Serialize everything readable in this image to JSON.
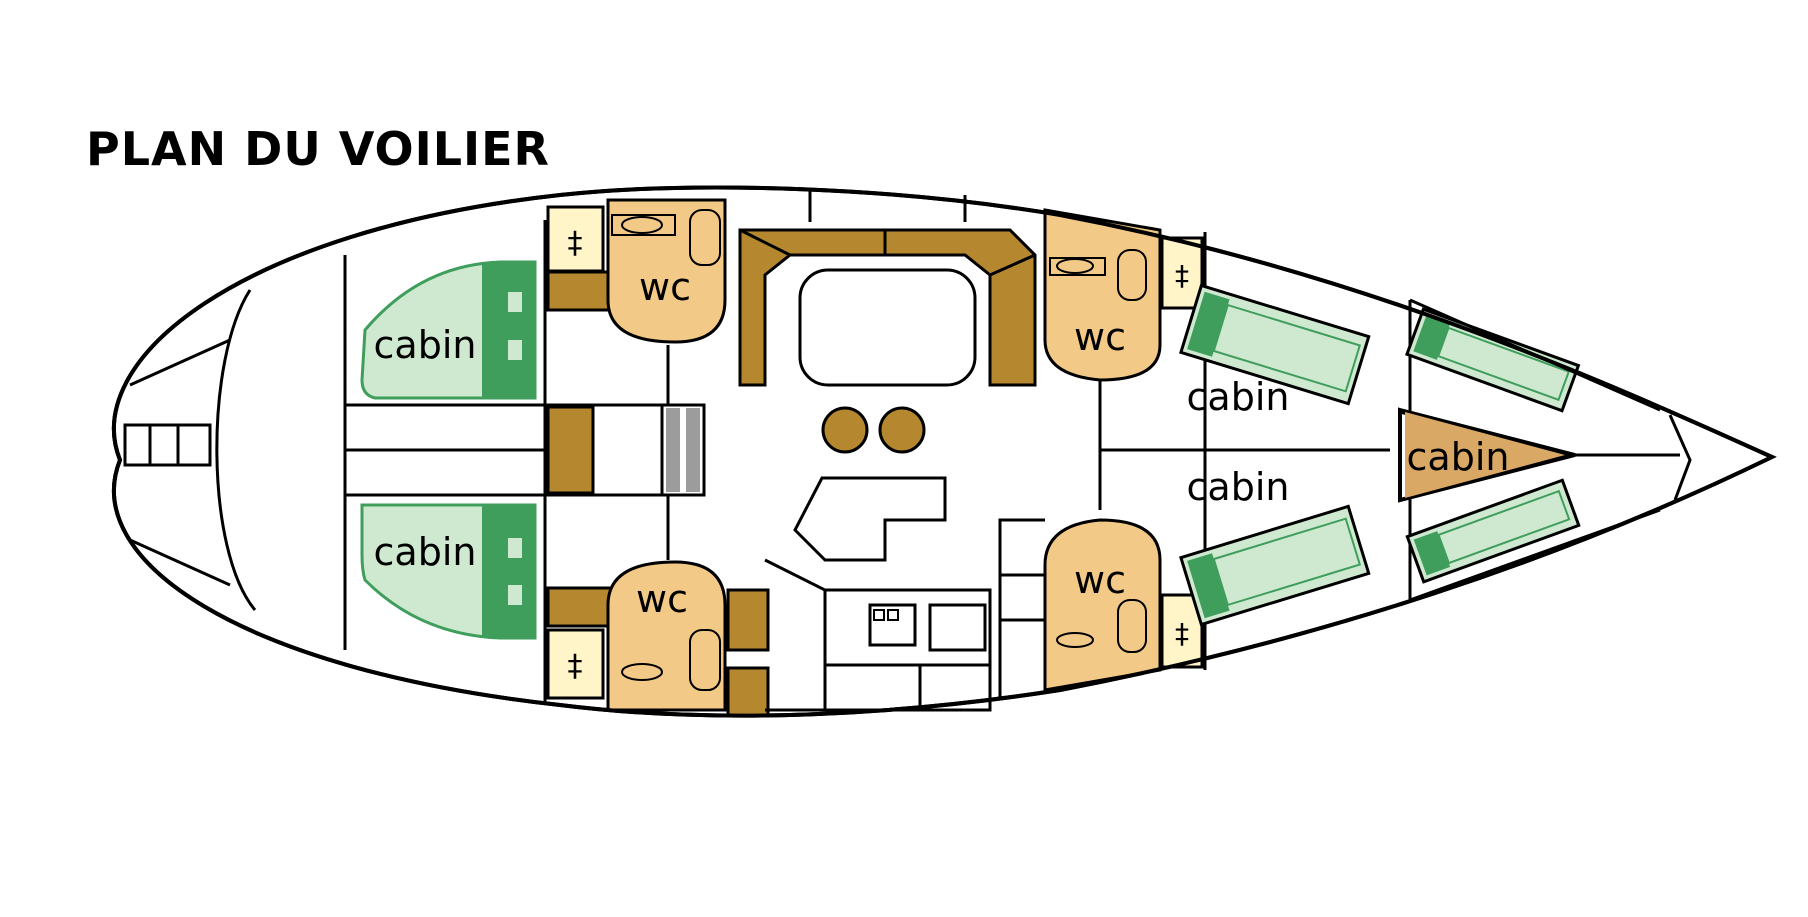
{
  "title": "PLAN DU VOILIER",
  "labels": {
    "cabin": "cabin",
    "wc": "wc"
  },
  "colors": {
    "wc_tan": "#f3c987",
    "wood_brown": "#b5882f",
    "berth_light": "#cfe9d0",
    "berth_dark": "#3f9e5c",
    "locker_cream": "#fff5c8",
    "outline": "#000000",
    "background": "#ffffff"
  }
}
